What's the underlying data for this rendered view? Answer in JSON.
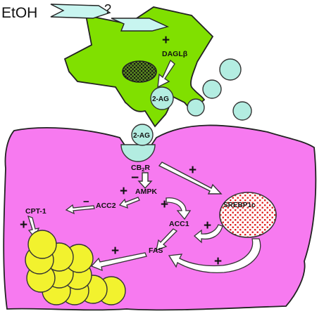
{
  "labels": {
    "etoh": "EtOH",
    "question": "?",
    "daglb": "DAGLβ",
    "two_ag_microglia": "2-AG",
    "two_ag_receptor": "2-AG",
    "cb2r": "CB2R",
    "ampk": "AMPK",
    "acc2": "ACC2",
    "cpt1": "CPT-1",
    "acc1": "ACC1",
    "fas": "FAS",
    "srebp1c": "SREBP1c"
  },
  "signs": {
    "plus": "+",
    "minus": "−"
  },
  "colors": {
    "microglia": "#80E000",
    "hepatocyte": "#F77AF0",
    "vesicle": "#B3EDE1",
    "lipid_droplet": "#F2F22E",
    "arrow_fill": "#FFFFFF",
    "etoh_arrow": "#C8F5F0",
    "speckle": "#E02020"
  }
}
